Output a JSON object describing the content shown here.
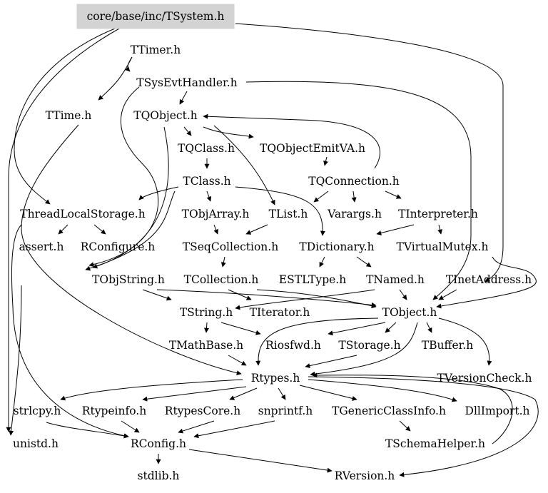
{
  "graph": {
    "root": "core/base/inc/TSystem.h",
    "nodes": {
      "root": "core/base/inc/TSystem.h",
      "ttimer": "TTimer.h",
      "tsysevthandler": "TSysEvtHandler.h",
      "ttime": "TTime.h",
      "tqobject": "TQObject.h",
      "tqclass": "TQClass.h",
      "tqobjectemitva": "TQObjectEmitVA.h",
      "tclass": "TClass.h",
      "tqconnection": "TQConnection.h",
      "threadlocalstorage": "ThreadLocalStorage.h",
      "tobjarray": "TObjArray.h",
      "tlist": "TList.h",
      "varargs": "Varargs.h",
      "tinterpreter": "TInterpreter.h",
      "assert": "assert.h",
      "rconfigure": "RConfigure.h",
      "tseqcollection": "TSeqCollection.h",
      "tdictionary": "TDictionary.h",
      "tvirtualmutex": "TVirtualMutex.h",
      "tobjstring": "TObjString.h",
      "tcollection": "TCollection.h",
      "estltype": "ESTLType.h",
      "tnamed": "TNamed.h",
      "tinetaddress": "TInetAddress.h",
      "tstring": "TString.h",
      "titerator": "TIterator.h",
      "tobject": "TObject.h",
      "tmathbase": "TMathBase.h",
      "riosfwd": "Riosfwd.h",
      "tstorage": "TStorage.h",
      "tbuffer": "TBuffer.h",
      "tversioncheck": "TVersionCheck.h",
      "rtypes": "Rtypes.h",
      "strlcpy": "strlcpy.h",
      "rtypeinfo": "Rtypeinfo.h",
      "rtypescore": "RtypesCore.h",
      "snprintf": "snprintf.h",
      "tgenericclassinfo": "TGenericClassInfo.h",
      "dllimport": "DllImport.h",
      "unistd": "unistd.h",
      "rconfig": "RConfig.h",
      "tschemahelper": "TSchemaHelper.h",
      "stdlib": "stdlib.h",
      "rversion": "RVersion.h"
    },
    "edges": [
      [
        "root",
        "ttimer"
      ],
      [
        "root",
        "ttime"
      ],
      [
        "root",
        "threadlocalstorage"
      ],
      [
        "root",
        "tinetaddress"
      ],
      [
        "ttimer",
        "tsysevthandler"
      ],
      [
        "ttimer",
        "ttime"
      ],
      [
        "tsysevthandler",
        "tqobject"
      ],
      [
        "tsysevthandler",
        "tobject"
      ],
      [
        "tsysevthandler",
        "tobjstring"
      ],
      [
        "tqobject",
        "tqclass"
      ],
      [
        "tqobject",
        "tqobjectemitva"
      ],
      [
        "tqobject",
        "tlist"
      ],
      [
        "tqobject",
        "tobjstring"
      ],
      [
        "tqobjectemitva",
        "tqconnection"
      ],
      [
        "tqconnection",
        "tqobject"
      ],
      [
        "tqclass",
        "tclass"
      ],
      [
        "tclass",
        "threadlocalstorage"
      ],
      [
        "tclass",
        "tobjarray"
      ],
      [
        "tclass",
        "tdictionary"
      ],
      [
        "tclass",
        "tobjstring"
      ],
      [
        "tqconnection",
        "tlist"
      ],
      [
        "tqconnection",
        "varargs"
      ],
      [
        "tqconnection",
        "tinterpreter"
      ],
      [
        "threadlocalstorage",
        "assert"
      ],
      [
        "threadlocalstorage",
        "rconfigure"
      ],
      [
        "tobjarray",
        "tseqcollection"
      ],
      [
        "tlist",
        "tseqcollection"
      ],
      [
        "tinterpreter",
        "tdictionary"
      ],
      [
        "tinterpreter",
        "tvirtualmutex"
      ],
      [
        "tseqcollection",
        "tcollection"
      ],
      [
        "tdictionary",
        "estltype"
      ],
      [
        "tdictionary",
        "tnamed"
      ],
      [
        "tvirtualmutex",
        "tobject"
      ],
      [
        "tobjstring",
        "tstring"
      ],
      [
        "tcollection",
        "titerator"
      ],
      [
        "tcollection",
        "tobject"
      ],
      [
        "tnamed",
        "tstring"
      ],
      [
        "tnamed",
        "tobject"
      ],
      [
        "tinetaddress",
        "tobject"
      ],
      [
        "tstring",
        "tmathbase"
      ],
      [
        "tstring",
        "riosfwd"
      ],
      [
        "tobject",
        "riosfwd"
      ],
      [
        "tobject",
        "tstorage"
      ],
      [
        "tobject",
        "tbuffer"
      ],
      [
        "tobject",
        "tversioncheck"
      ],
      [
        "tobject",
        "rtypes"
      ],
      [
        "tmathbase",
        "rtypes"
      ],
      [
        "tstorage",
        "rtypes"
      ],
      [
        "rtypes",
        "strlcpy"
      ],
      [
        "rtypes",
        "rtypeinfo"
      ],
      [
        "rtypes",
        "rtypescore"
      ],
      [
        "rtypes",
        "snprintf"
      ],
      [
        "rtypes",
        "tgenericclassinfo"
      ],
      [
        "rtypes",
        "dllimport"
      ],
      [
        "rtypes",
        "rversion"
      ],
      [
        "strlcpy",
        "rconfig"
      ],
      [
        "rtypescore",
        "rconfig"
      ],
      [
        "snprintf",
        "rconfig"
      ],
      [
        "tgenericclassinfo",
        "tschemahelper"
      ],
      [
        "tschemahelper",
        "rtypes"
      ],
      [
        "rconfig",
        "stdlib"
      ],
      [
        "rconfig",
        "rversion"
      ],
      [
        "ttime",
        "unistd"
      ],
      [
        "ttime",
        "rtypes"
      ],
      [
        "threadlocalstorage",
        "rconfig"
      ]
    ]
  }
}
